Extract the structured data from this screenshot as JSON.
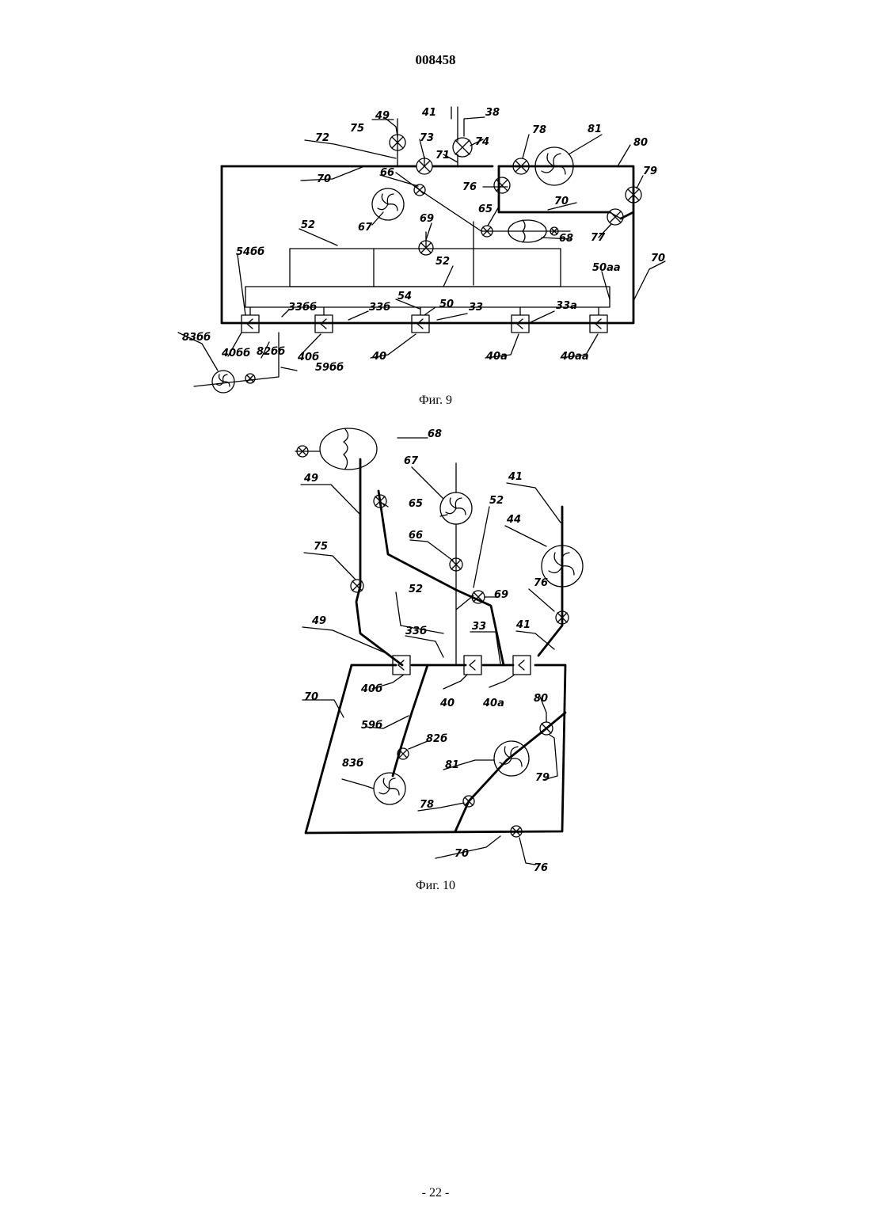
{
  "document": {
    "number": "008458",
    "page_number": "- 22 -"
  },
  "fig9": {
    "caption": "Фиг. 9",
    "labels": {
      "l49": "49",
      "l41": "41",
      "l38": "38",
      "l75": "75",
      "l72": "72",
      "l73": "73",
      "l74": "74",
      "l71": "71",
      "l78": "78",
      "l81": "81",
      "l80": "80",
      "l79": "79",
      "l70a": "70",
      "l66": "66",
      "l76": "76",
      "l70b": "70",
      "l67": "67",
      "l69": "69",
      "l65": "65",
      "l77": "77",
      "l68": "68",
      "l52a": "52",
      "l52b": "52",
      "l54bb": "54бб",
      "l70c": "70",
      "l50aa": "50aa",
      "l33bb": "33бб",
      "l33b": "33б",
      "l54": "54",
      "l50": "50",
      "l33": "33",
      "l33a": "33a",
      "l83bb": "83бб",
      "l40bb": "40бб",
      "l82bb": "82бб",
      "l40b": "40б",
      "l59bb": "59бб",
      "l40": "40",
      "l40a": "40a",
      "l40aa": "40aa"
    }
  },
  "fig10": {
    "caption": "Фиг. 10",
    "labels": {
      "l68": "68",
      "l67": "67",
      "l49a": "49",
      "l41a": "41",
      "l65": "65",
      "l52a": "52",
      "l44": "44",
      "l75": "75",
      "l66": "66",
      "l69": "69",
      "l76a": "76",
      "l52b": "52",
      "l49b": "49",
      "l33b": "33б",
      "l33": "33",
      "l41b": "41",
      "l70a": "70",
      "l40b": "40б",
      "l40": "40",
      "l40a": "40a",
      "l80": "80",
      "l59b": "59б",
      "l82b": "82б",
      "l83b": "83б",
      "l81": "81",
      "l79": "79",
      "l78": "78",
      "l70b": "70",
      "l76b": "76"
    }
  }
}
